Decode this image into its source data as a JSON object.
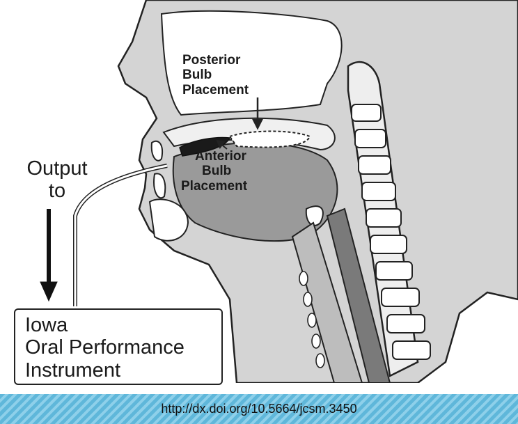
{
  "labels": {
    "posterior": [
      "Posterior",
      "Bulb",
      "Placement"
    ],
    "anterior": [
      "Anterior",
      "Bulb",
      "Placement"
    ],
    "output": [
      "Output",
      "to"
    ],
    "device": [
      "Iowa",
      "Oral Performance",
      "Instrument"
    ]
  },
  "footer": {
    "doi_link": "http://dx.doi.org/10.5664/jcsm.3450"
  },
  "colors": {
    "footer_stripe": "#5fb7da",
    "ink": "#1a1a1a"
  }
}
